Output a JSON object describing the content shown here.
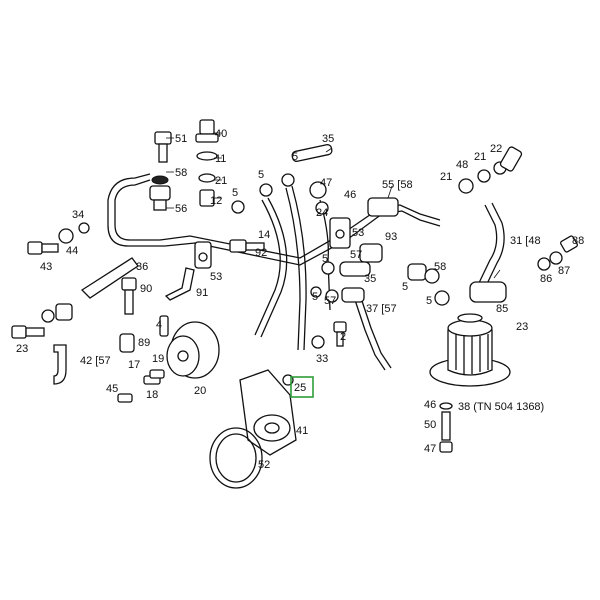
{
  "labels": [
    {
      "id": "51",
      "text": "51"
    },
    {
      "id": "40",
      "text": "40"
    },
    {
      "id": "58a",
      "text": "58"
    },
    {
      "id": "11",
      "text": "11"
    },
    {
      "id": "21a",
      "text": "21"
    },
    {
      "id": "56",
      "text": "56"
    },
    {
      "id": "12",
      "text": "12"
    },
    {
      "id": "35a",
      "text": "35"
    },
    {
      "id": "5a",
      "text": "5"
    },
    {
      "id": "5b",
      "text": "5"
    },
    {
      "id": "5c",
      "text": "5"
    },
    {
      "id": "47a",
      "text": "47"
    },
    {
      "id": "46a",
      "text": "46"
    },
    {
      "id": "24",
      "text": "24"
    },
    {
      "id": "55",
      "text": "55 [58"
    },
    {
      "id": "21b",
      "text": "21"
    },
    {
      "id": "48",
      "text": "48"
    },
    {
      "id": "21c",
      "text": "21"
    },
    {
      "id": "22",
      "text": "22"
    },
    {
      "id": "34",
      "text": "34"
    },
    {
      "id": "44",
      "text": "44"
    },
    {
      "id": "43",
      "text": "43"
    },
    {
      "id": "36",
      "text": "36"
    },
    {
      "id": "14",
      "text": "14"
    },
    {
      "id": "92",
      "text": "92"
    },
    {
      "id": "53a",
      "text": "53"
    },
    {
      "id": "53b",
      "text": "53"
    },
    {
      "id": "93",
      "text": "93"
    },
    {
      "id": "31",
      "text": "31 [48"
    },
    {
      "id": "88",
      "text": "88"
    },
    {
      "id": "87",
      "text": "87"
    },
    {
      "id": "86",
      "text": "86"
    },
    {
      "id": "57a",
      "text": "57"
    },
    {
      "id": "5d",
      "text": "5"
    },
    {
      "id": "5e",
      "text": "5"
    },
    {
      "id": "35b",
      "text": "35"
    },
    {
      "id": "58b",
      "text": "58"
    },
    {
      "id": "5f",
      "text": "5"
    },
    {
      "id": "5g",
      "text": "5"
    },
    {
      "id": "57b",
      "text": "57"
    },
    {
      "id": "37",
      "text": "37 [57"
    },
    {
      "id": "85",
      "text": "85"
    },
    {
      "id": "90",
      "text": "90"
    },
    {
      "id": "91",
      "text": "91"
    },
    {
      "id": "23a",
      "text": "23"
    },
    {
      "id": "23b",
      "text": "23"
    },
    {
      "id": "42",
      "text": "42 [57"
    },
    {
      "id": "4",
      "text": "4"
    },
    {
      "id": "89",
      "text": "89"
    },
    {
      "id": "2",
      "text": "2"
    },
    {
      "id": "33",
      "text": "33"
    },
    {
      "id": "17",
      "text": "17"
    },
    {
      "id": "19",
      "text": "19"
    },
    {
      "id": "45",
      "text": "45"
    },
    {
      "id": "18",
      "text": "18"
    },
    {
      "id": "20",
      "text": "20"
    },
    {
      "id": "25",
      "text": "25"
    },
    {
      "id": "41",
      "text": "41"
    },
    {
      "id": "52",
      "text": "52"
    },
    {
      "id": "46b",
      "text": "46"
    },
    {
      "id": "38",
      "text": "38 (TN 504 1368)"
    },
    {
      "id": "50",
      "text": "50"
    },
    {
      "id": "47b",
      "text": "47"
    }
  ],
  "highlight": {
    "label_id": "25",
    "color": "#2e9d3a"
  }
}
